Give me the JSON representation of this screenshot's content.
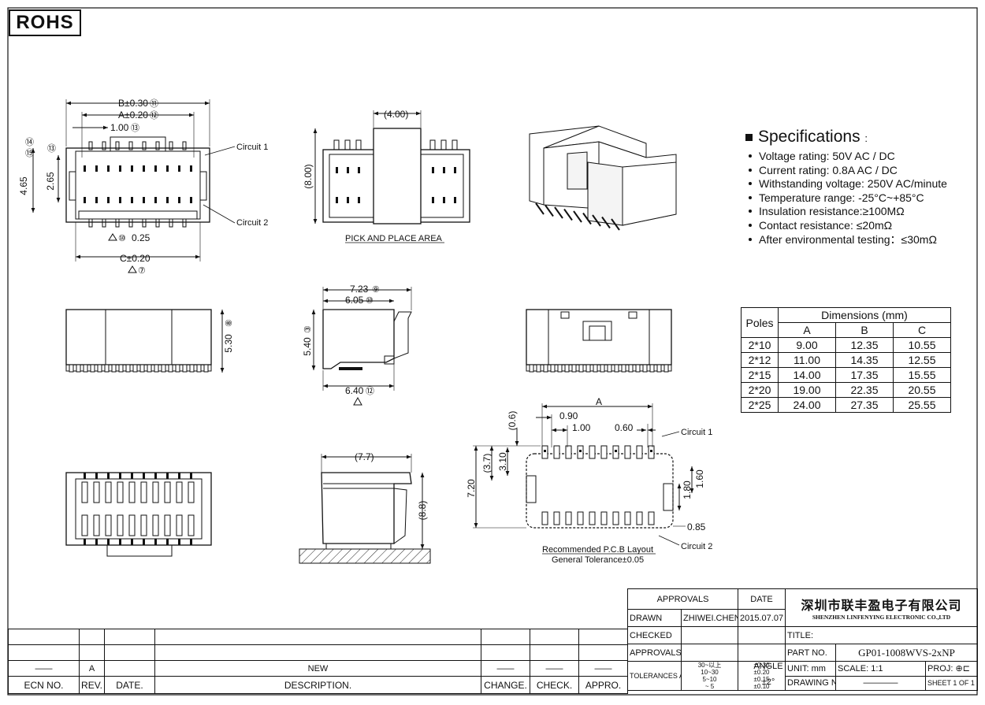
{
  "rohs_label": "ROHS",
  "top_view": {
    "dim_b": "B±0.30",
    "dim_b_ref": "⑪",
    "dim_a": "A±0.20",
    "dim_a_ref": "⑫",
    "dim_pitch": "1.00",
    "dim_pitch_ref": "⑬",
    "dim_465": "4.65",
    "dim_265": "2.65",
    "dim_025": "0.25",
    "dim_025_ref": "⑩",
    "dim_c": "C±0.20",
    "dim_c_ref": "⑦",
    "left_ref_1": "⑭",
    "left_ref_2": "⑮",
    "circuit1": "Circuit 1",
    "circuit2": "Circuit 2"
  },
  "pick_view": {
    "dim_width": "(4.00)",
    "dim_height": "(8.00)",
    "caption": "PICK AND PLACE AREA"
  },
  "side_view": {
    "dim_530": "5.30",
    "dim_530_ref": "⑧",
    "dim_723": "7.23",
    "dim_723_ref": "⑨",
    "dim_605": "6.05",
    "dim_605_ref": "⑩",
    "dim_540": "5.40",
    "dim_540_ref": "③",
    "dim_640": "6.40",
    "dim_640_ref": "⑫",
    "dim_77": "(7.7)",
    "dim_88": "(8.8)"
  },
  "pcb_layout": {
    "dim_a": "A",
    "dim_090": "0.90",
    "dim_100": "1.00",
    "dim_060": "0.60",
    "dim_06": "(0.6)",
    "dim_37": "(3.7)",
    "dim_310": "3.10",
    "dim_720": "7.20",
    "dim_180": "1.80",
    "dim_160": "1.60",
    "dim_085": "0.85",
    "circuit1": "Circuit 1",
    "circuit2": "Circuit 2",
    "caption": "Recommended P.C.B Layout",
    "tolerance": "General Tolerance±0.05"
  },
  "specifications": {
    "title": "Specifications",
    "colon": ":",
    "items": [
      "Voltage rating: 50V AC / DC",
      "Current rating: 0.8A  AC / DC",
      "Withstanding voltage: 250V AC/minute",
      "Temperature range: -25°C~+85°C",
      "Insulation resistance:≥100MΩ",
      "Contact resistance: ≤20mΩ",
      "After environmental testing：≤30mΩ"
    ]
  },
  "dimensions_table": {
    "poles_header": "Poles",
    "group_header": "Dimensions (mm)",
    "columns": [
      "A",
      "B",
      "C"
    ],
    "rows": [
      [
        "2*10",
        "9.00",
        "12.35",
        "10.55"
      ],
      [
        "2*12",
        "11.00",
        "14.35",
        "12.55"
      ],
      [
        "2*15",
        "14.00",
        "17.35",
        "15.55"
      ],
      [
        "2*20",
        "19.00",
        "22.35",
        "20.55"
      ],
      [
        "2*25",
        "24.00",
        "27.35",
        "25.55"
      ]
    ]
  },
  "title_block": {
    "approvals_header": "APPROVALS",
    "date_header": "DATE",
    "drawn_label": "DRAWN",
    "drawn_by": "ZHIWEI.CHEN",
    "drawn_date": "2015.07.07",
    "checked_label": "CHECKED",
    "approvals_label": "APPROVALS",
    "tolerances_label": "TOLERANCES  ARE",
    "tol_ranges": [
      "30~以上",
      "10~30",
      "5~10",
      "~ 5"
    ],
    "tol_values": [
      "±0.30",
      "±0.20",
      "±0.15",
      "±0.10"
    ],
    "angle_label": "ANGLE",
    "angle_value": "±2°",
    "company_cn": "深圳市联丰盈电子有限公司",
    "company_en": "SHENZHEN LINFENYING ELECTRONIC CO.,LTD",
    "title_label": "TITLE:",
    "part_no_label": "PART  NO.",
    "part_no": "GP01-1008WVS-2xNP",
    "unit_label": "UNIT:  mm",
    "scale_label": "SCALE:   1:1",
    "proj_label": "PROJ:",
    "drawing_no_label": "DRAWING  NO.",
    "sheet_label": "SHEET   1  OF  1"
  },
  "revision_block": {
    "rev": "A",
    "description": "NEW",
    "headers": [
      "ECN  NO.",
      "REV.",
      "DATE.",
      "DESCRIPTION.",
      "CHANGE.",
      "CHECK.",
      "APPRO."
    ]
  }
}
